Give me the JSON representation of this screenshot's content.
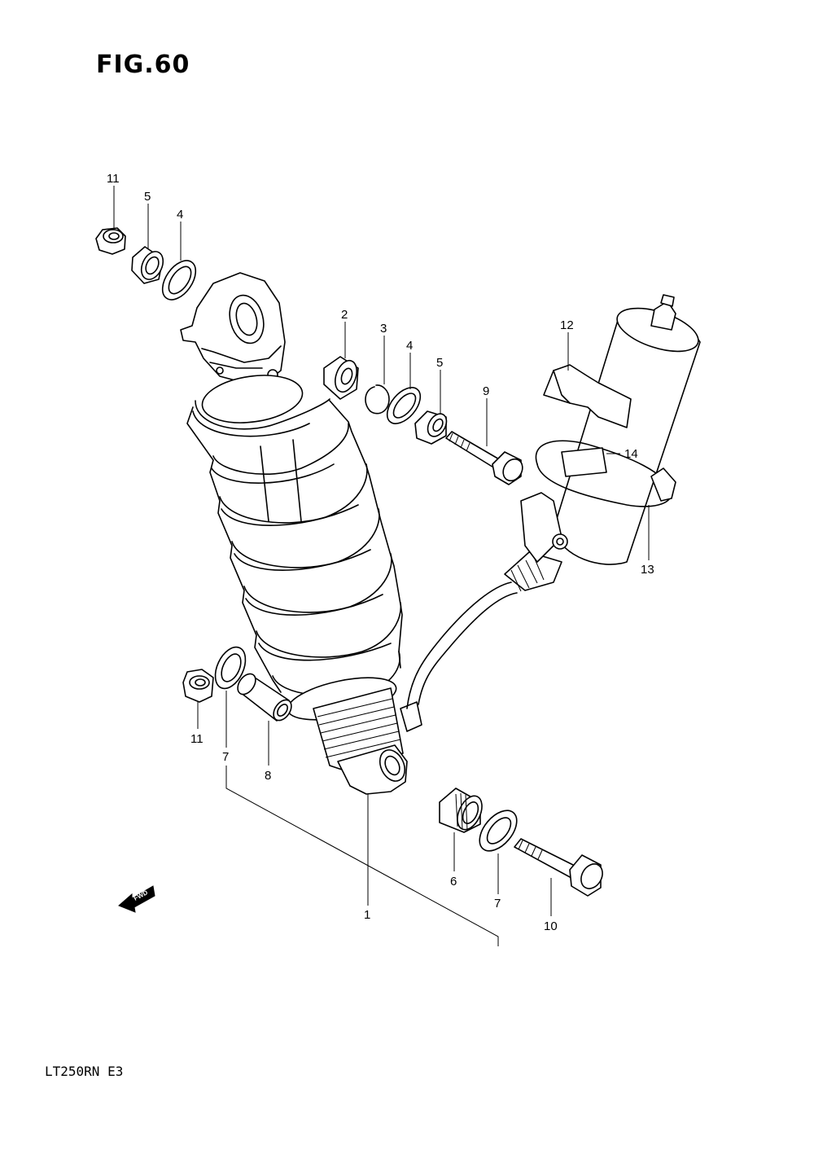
{
  "figure": {
    "title": "FIG.60",
    "model_code": "LT250RN  E3",
    "direction_badge": "FWD"
  },
  "callouts": {
    "c1": "1",
    "c2": "2",
    "c3": "3",
    "c4a": "4",
    "c4b": "4",
    "c5a": "5",
    "c5b": "5",
    "c6": "6",
    "c7a": "7",
    "c7b": "7",
    "c8": "8",
    "c9": "9",
    "c10": "10",
    "c11a": "11",
    "c11b": "11",
    "c12": "12",
    "c13": "13",
    "c14": "14"
  }
}
